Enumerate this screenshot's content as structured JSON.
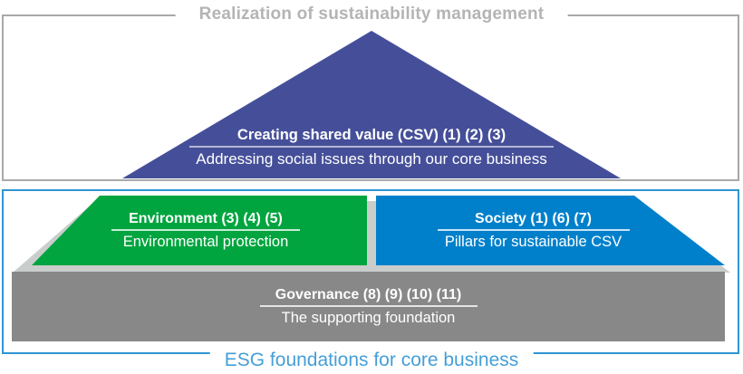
{
  "top_box": {
    "title": "Realization of sustainability management"
  },
  "bottom_box": {
    "title": "ESG foundations for core business"
  },
  "pyramid": {
    "csv": {
      "heading": "Creating shared value (CSV) (1) (2) (3)",
      "subtitle": "Addressing social issues through our core business"
    },
    "environment": {
      "heading": "Environment (3) (4) (5)",
      "subtitle": "Environmental protection"
    },
    "society": {
      "heading": "Society (1) (6) (7)",
      "subtitle": "Pillars for sustainable CSV"
    },
    "governance": {
      "heading": "Governance (8) (9) (10) (11)",
      "subtitle": "The supporting foundation"
    }
  },
  "colors": {
    "csv_triangle": "#454f99",
    "environment_green": "#00a53f",
    "society_blue": "#0080cb",
    "governance_gray": "#888888",
    "top_box_border": "#a8a8a8",
    "top_title_text": "#b4b4b4",
    "bottom_box_border": "#2e96d3",
    "bottom_title_text": "#459fd7",
    "shadow": "#c9cdcc",
    "shape_text": "#ffffff"
  }
}
